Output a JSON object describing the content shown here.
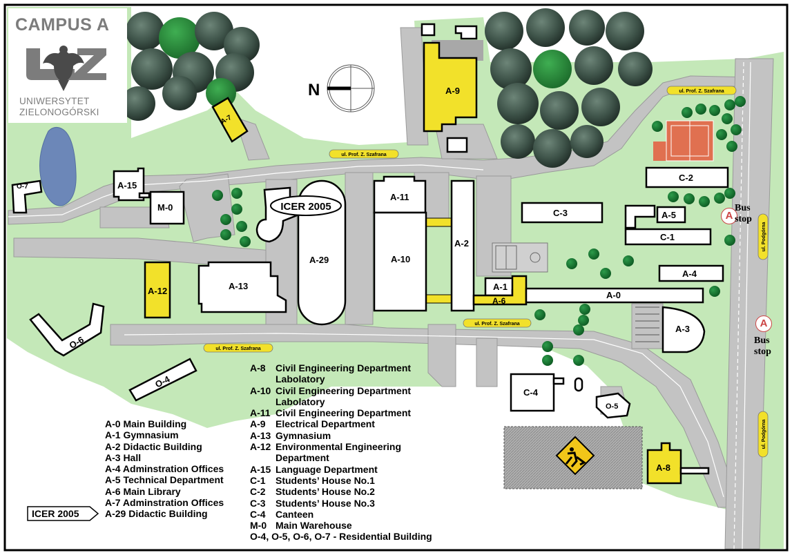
{
  "header": {
    "campus_title": "CAMPUS A",
    "university_line1": "UNIWERSYTET",
    "university_line2": "ZIELONOGÓRSKI",
    "logo_letters": "UZ"
  },
  "compass": {
    "north_label": "N"
  },
  "buildings": {
    "a0": "A-0",
    "a1": "A-1",
    "a2": "A-2",
    "a3": "A-3",
    "a4": "A-4",
    "a5": "A-5",
    "a6": "A-6",
    "a7": "A-7",
    "a8": "A-8",
    "a9": "A-9",
    "a10": "A-10",
    "a11": "A-11",
    "a12": "A-12",
    "a13": "A-13",
    "a15": "A-15",
    "a29": "A-29",
    "c1": "C-1",
    "c2": "C-2",
    "c3": "C-3",
    "c4": "C-4",
    "m0": "M-0",
    "o4": "O-4",
    "o5": "O-5",
    "o6": "O-6",
    "o7": "O-7",
    "icer": "ICER 2005"
  },
  "streets": {
    "top": "ul. Prof. Z. Szafrana",
    "topright": "ul. Prof. Z. Szafrana",
    "middle": "ul. Prof. Z. Szafrana",
    "lower": "ul. Prof. Z. Szafrana",
    "podgorna1": "ul. Podgórna",
    "podgorna2": "ul. Podgórna"
  },
  "bus_stops": {
    "marker": "A",
    "line1": "Bus",
    "line2": "stop"
  },
  "legend_left": [
    "A-0  Main Building",
    "A-1  Gymnasium",
    "A-2  Didactic Building",
    "A-3  Hall",
    "A-4  Adminstration Offices",
    "A-5  Technical Department",
    "A-6  Main Library",
    "A-7  Adminstration Offices",
    "A-29 Didactic Building"
  ],
  "legend_right": [
    {
      "code": "A-8",
      "text": "Civil Engineering Department",
      "cont": "Labolatory"
    },
    {
      "code": "A-10",
      "text": "Civil Engineering Department",
      "cont": "Labolatory"
    },
    {
      "code": "A-11",
      "text": "Civil Engineering Department"
    },
    {
      "code": "A-9",
      "text": "Electrical Department"
    },
    {
      "code": "A-13",
      "text": "Gymnasium"
    },
    {
      "code": "A-12",
      "text": "Environmental Engineering",
      "cont": "Department"
    },
    {
      "code": "A-15",
      "text": "Language Department"
    },
    {
      "code": "C-1",
      "text": "Students’ House No.1"
    },
    {
      "code": "C-2",
      "text": "Students’ House No.2"
    },
    {
      "code": "C-3",
      "text": "Students’ House No.3"
    },
    {
      "code": "C-4",
      "text": "Canteen"
    },
    {
      "code": "M-0",
      "text": "Main Warehouse"
    },
    {
      "code": "O-4, O-5, O-6, O-7",
      "text": " - Residential Building"
    }
  ],
  "icer_key": "ICER 2005",
  "colors": {
    "lawn": "#c4e8b8",
    "road": "#c3c3c3",
    "tree_dark": "#3a4d44",
    "tree_green": "#2f8a3e",
    "highlight_building": "#f2e12a",
    "tennis": "#e07050",
    "pond": "#6c87b8",
    "bus_marker": "#cc4444"
  }
}
